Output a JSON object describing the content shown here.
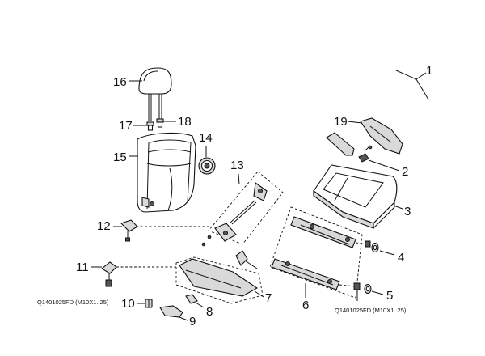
{
  "callouts": {
    "c1": "1",
    "c2": "2",
    "c3": "3",
    "c4": "4",
    "c5": "5",
    "c6": "6",
    "c7": "7",
    "c8": "8",
    "c9": "9",
    "c10": "10",
    "c11": "11",
    "c12": "12",
    "c13": "13",
    "c14": "14",
    "c15": "15",
    "c16": "16",
    "c17": "17",
    "c18": "18",
    "c19": "19"
  },
  "bolt_notes": {
    "left": "Q1401025FD (M10X1. 25)",
    "right": "Q1401025FD (M10X1. 25)"
  },
  "colors": {
    "line": "#111111",
    "fill": "#d9d9d9",
    "background": "#ffffff"
  }
}
